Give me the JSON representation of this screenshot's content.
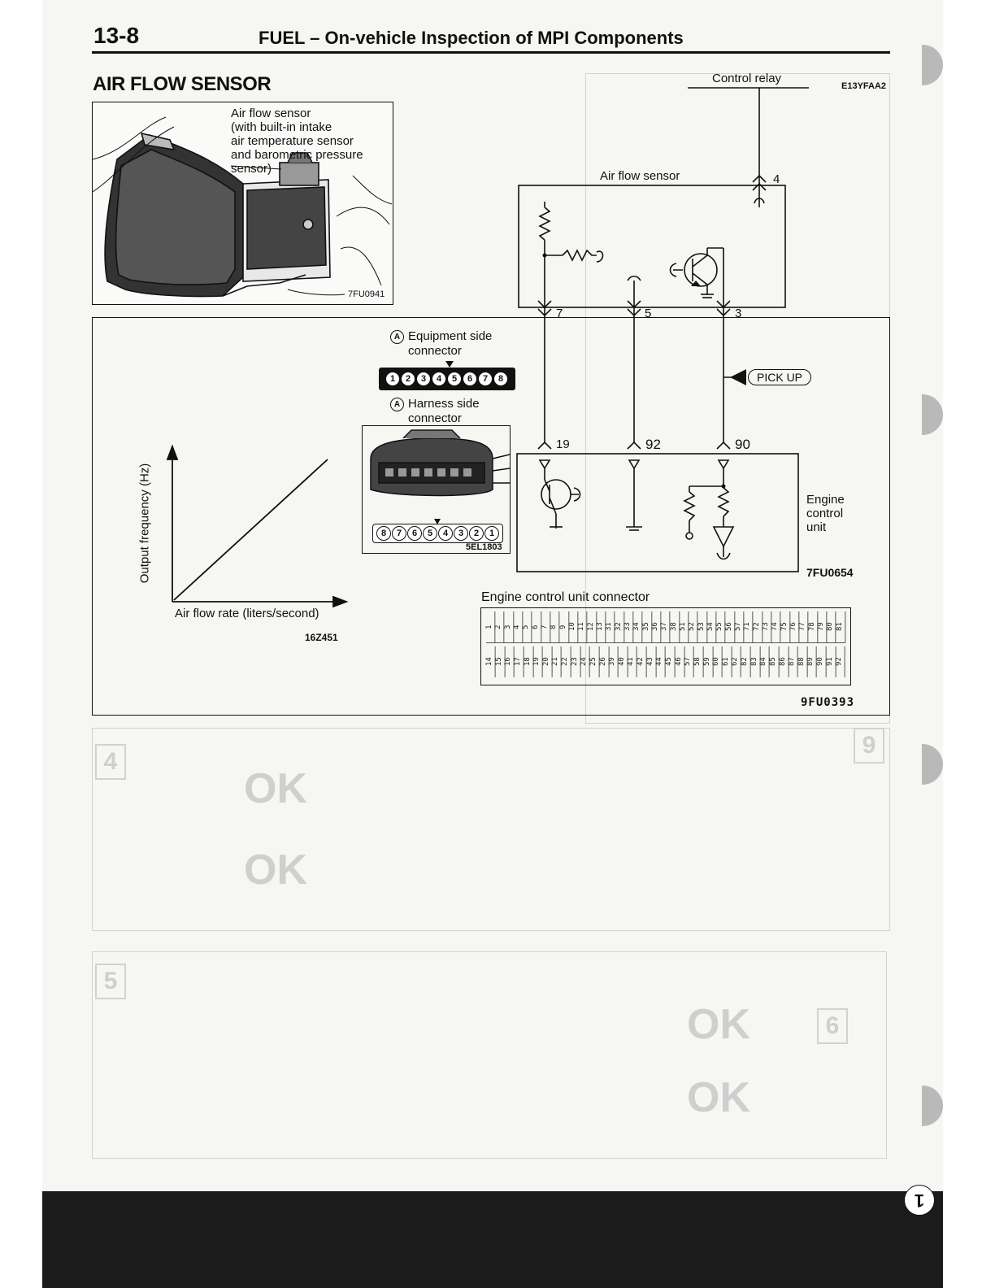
{
  "header": {
    "page_number": "13-8",
    "chapter_title": "FUEL – On-vehicle Inspection of MPI Components"
  },
  "section": {
    "title": "AIR FLOW SENSOR",
    "code": "E13YFAA2"
  },
  "figure1": {
    "callout_lines": [
      "Air flow sensor",
      "(with built-in intake",
      "air temperature sensor",
      "and barometric pressure",
      "sensor)"
    ],
    "code": "7FU0941"
  },
  "connectors": {
    "equipment_side_mark": "A",
    "equipment_side_lines": [
      "Equipment side",
      "connector"
    ],
    "equipment_pins": [
      "1",
      "2",
      "3",
      "4",
      "5",
      "6",
      "7",
      "8"
    ],
    "harness_side_mark": "A",
    "harness_side_lines": [
      "Harness side",
      "connector"
    ],
    "harness_pins": [
      "8",
      "7",
      "6",
      "5",
      "4",
      "3",
      "2",
      "1"
    ],
    "code": "5EL1803"
  },
  "graph": {
    "ylabel": "Output frequency (Hz)",
    "xlabel": "Air flow rate (liters/second)",
    "code": "16Z451"
  },
  "schematic": {
    "control_relay": "Control relay",
    "air_flow_sensor": "Air flow sensor",
    "pin_4": "4",
    "pin_7": "7",
    "pin_5": "5",
    "pin_3": "3",
    "pin_19": "19",
    "pin_92": "92",
    "pin_90": "90",
    "pick_up": "PICK UP",
    "ecu_lines": [
      "Engine",
      "control",
      "unit"
    ],
    "code": "7FU0654"
  },
  "ecu_connector": {
    "title": "Engine control unit connector",
    "top_row": [
      "1",
      "2",
      "3",
      "4",
      "5",
      "6",
      "7",
      "8",
      "9",
      "10",
      "11",
      "12",
      "13",
      "31",
      "32",
      "33",
      "34",
      "35",
      "36",
      "37",
      "38",
      "51",
      "52",
      "53",
      "54",
      "55",
      "56",
      "57",
      "71",
      "72",
      "73",
      "74",
      "75",
      "76",
      "77",
      "78",
      "79",
      "80",
      "81"
    ],
    "bottom_row": [
      "14",
      "15",
      "16",
      "17",
      "18",
      "19",
      "20",
      "21",
      "22",
      "23",
      "24",
      "25",
      "26",
      "39",
      "40",
      "41",
      "42",
      "43",
      "44",
      "45",
      "46",
      "57",
      "58",
      "59",
      "60",
      "61",
      "62",
      "82",
      "83",
      "84",
      "85",
      "86",
      "87",
      "88",
      "89",
      "90",
      "91",
      "92"
    ],
    "code": "9FU0393"
  },
  "page_marker": "1"
}
